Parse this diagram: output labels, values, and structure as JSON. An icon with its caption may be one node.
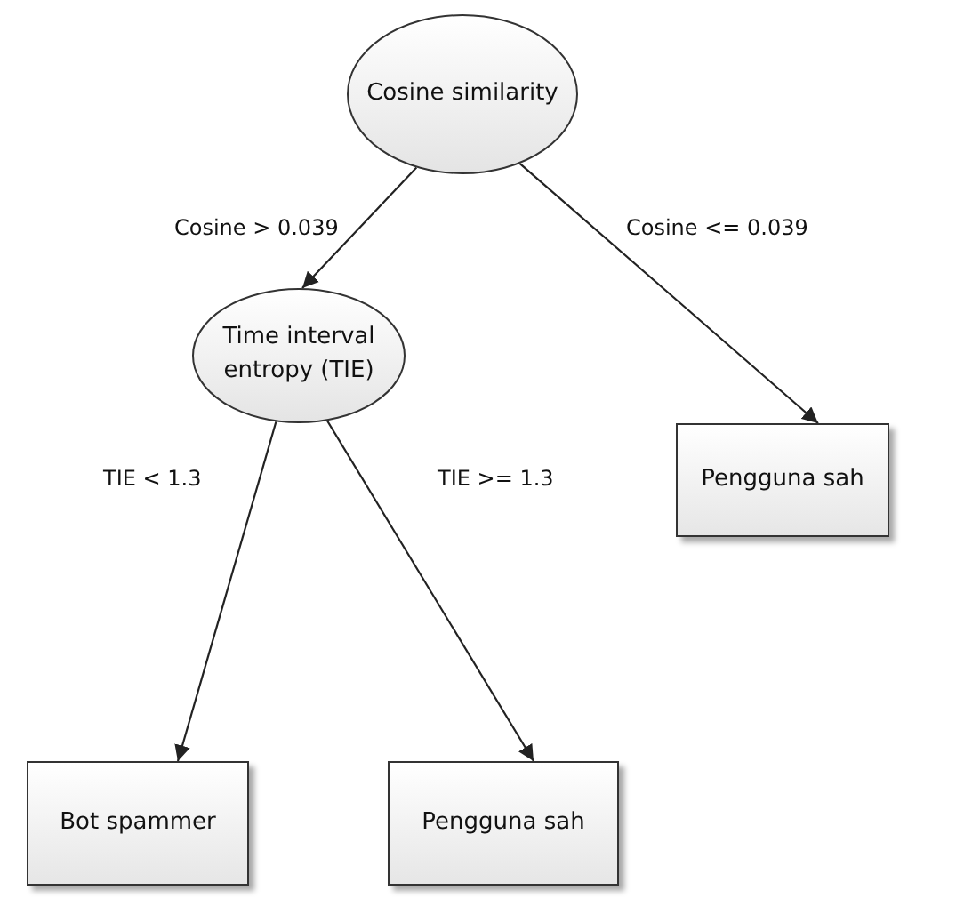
{
  "diagram": {
    "nodes": [
      {
        "text": [
          "Cosine similarity"
        ]
      },
      {
        "text": [
          "Time interval entropy (TIE)"
        ]
      },
      {
        "text": [
          "Pengguna sah"
        ]
      },
      {
        "text": [
          "Bot spammer"
        ]
      },
      {
        "text": [
          "Pengguna sah"
        ]
      }
    ],
    "edges": [
      {
        "from": 0,
        "to": 1,
        "arrow": "to",
        "label": "Cosine > 0.039"
      },
      {
        "from": 0,
        "to": 2,
        "arrow": "to",
        "label": "Cosine <= 0.039"
      },
      {
        "from": 1,
        "to": 3,
        "arrow": "to",
        "label": "TIE < 1.3"
      },
      {
        "from": 1,
        "to": 4,
        "arrow": "to",
        "label": "TIE >= 1.3"
      }
    ]
  }
}
